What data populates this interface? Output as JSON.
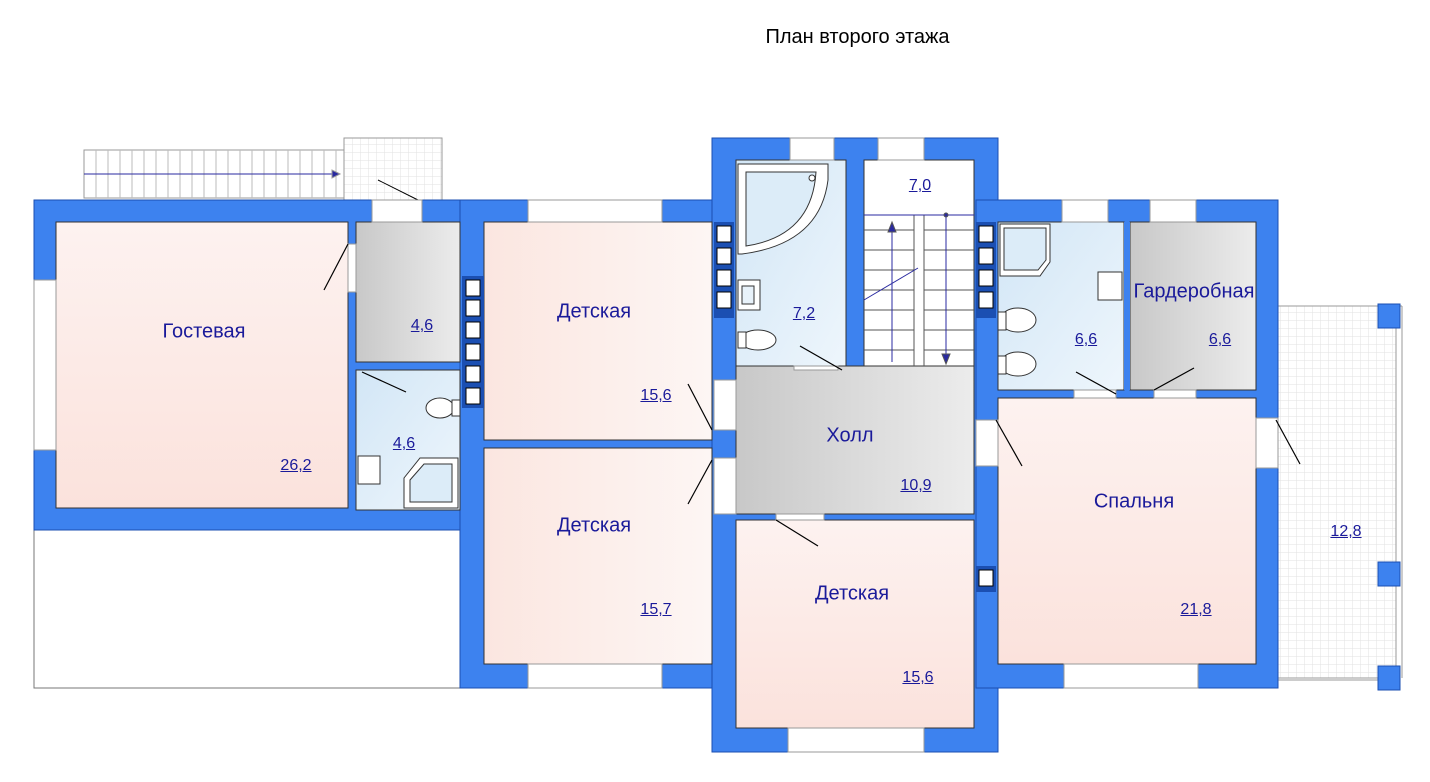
{
  "title": "План второго этажа",
  "rooms": {
    "guest": {
      "name": "Гостевая",
      "area": "26,2"
    },
    "closet": {
      "area": "4,6"
    },
    "wc": {
      "area": "4,6"
    },
    "kids1": {
      "name": "Детская",
      "area": "15,6"
    },
    "kids2": {
      "name": "Детская",
      "area": "15,7"
    },
    "kids3": {
      "name": "Детская",
      "area": "15,6"
    },
    "bath": {
      "area": "7,2"
    },
    "stairs": {
      "area": "7,0"
    },
    "hall": {
      "name": "Холл",
      "area": "10,9"
    },
    "bath2": {
      "area": "6,6"
    },
    "wardrobe": {
      "name": "Гардеробная",
      "area": "6,6"
    },
    "bedroom": {
      "name": "Спальня",
      "area": "21,8"
    },
    "terrace": {
      "area": "12,8"
    }
  },
  "colors": {
    "wall": "#3d82ef",
    "label": "#1a1a9a",
    "floor_warm": "#fcecea",
    "floor_wet": "#dcecf8",
    "floor_grey": "#d4d4d4"
  }
}
